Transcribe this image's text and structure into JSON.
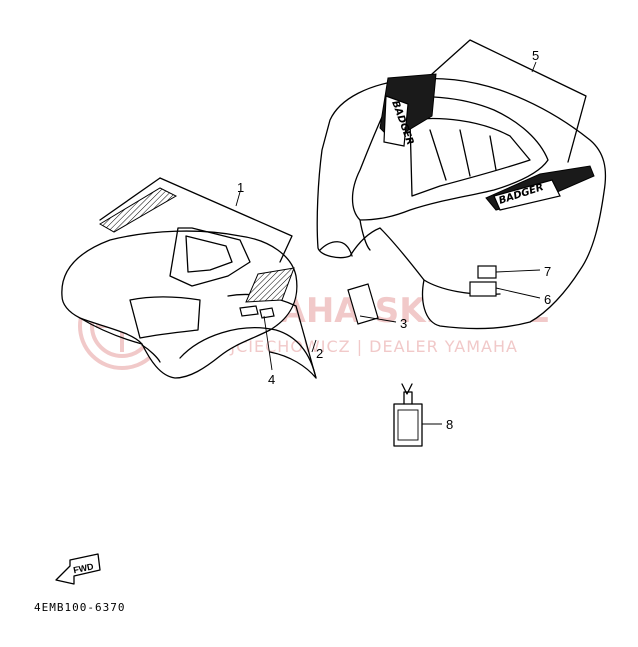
{
  "watermark": {
    "main": "YAMAHA-SKLEP.PL",
    "sub": "WOJCIECHOWICZ | DEALER YAMAHA"
  },
  "decal_text": "BADGER",
  "direction_marker": "FWD",
  "part_code": "4EMB100-6370",
  "callouts": [
    "1",
    "2",
    "3",
    "4",
    "5",
    "6",
    "7",
    "8"
  ],
  "colors": {
    "watermark": "#f1c9c9",
    "line": "#000000"
  }
}
